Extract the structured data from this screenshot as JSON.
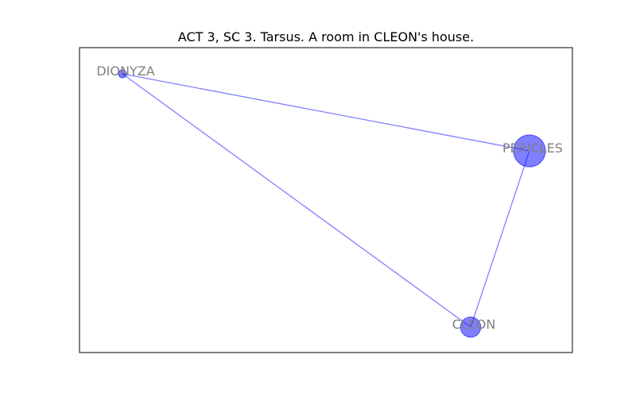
{
  "title": "ACT 3, SC 3. Tarsus. A room in CLEON's house.",
  "colors": {
    "node_fill": "#0000ff",
    "edge": "#0000ff",
    "label": "#808080",
    "frame": "#000000"
  },
  "nodes": [
    {
      "id": "DIONYZA",
      "label": "DIONYZA",
      "weight": 1
    },
    {
      "id": "PERICLES",
      "label": "PERICLES",
      "weight": 5
    },
    {
      "id": "CLEON",
      "label": "CLEON",
      "weight": 2
    }
  ],
  "edges": [
    {
      "source": "DIONYZA",
      "target": "PERICLES"
    },
    {
      "source": "DIONYZA",
      "target": "CLEON"
    },
    {
      "source": "PERICLES",
      "target": "CLEON"
    }
  ]
}
